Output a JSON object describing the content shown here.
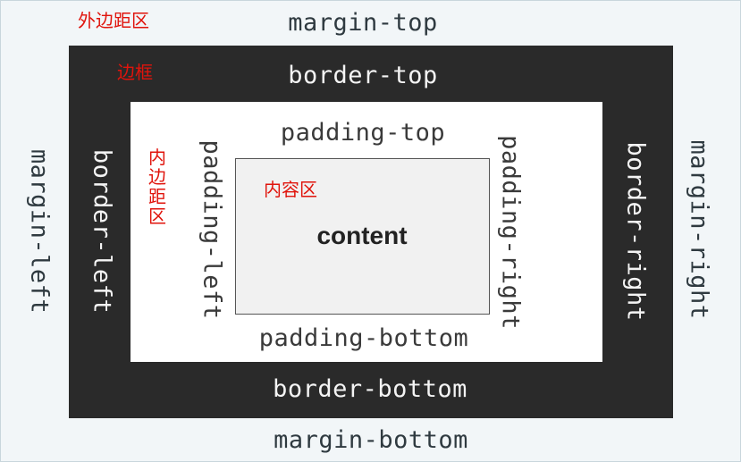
{
  "labels": {
    "margin_top": "margin-top",
    "margin_bottom": "margin-bottom",
    "margin_left": "margin-left",
    "margin_right": "margin-right",
    "border_top": "border-top",
    "border_bottom": "border-bottom",
    "border_left": "border-left",
    "border_right": "border-right",
    "padding_top": "padding-top",
    "padding_bottom": "padding-bottom",
    "padding_left": "padding-left",
    "padding_right": "padding-right",
    "content": "content"
  },
  "chinese_labels": {
    "margin_area": "外边距区",
    "border": "边框",
    "padding_area": "内边距区",
    "content_area": "内容区"
  },
  "colors": {
    "border_fill": "#2a2a2a",
    "padding_fill": "#ffffff",
    "content_fill": "#f1f1f1",
    "annotation_red": "#e0140c"
  }
}
